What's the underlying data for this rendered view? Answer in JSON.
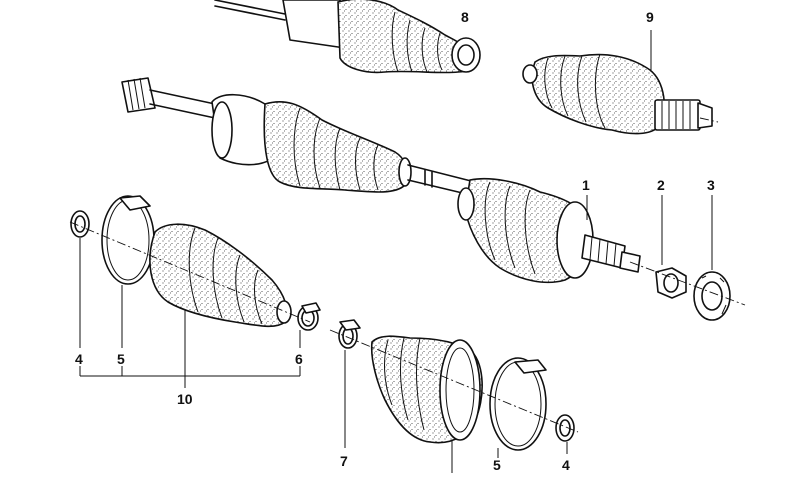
{
  "callouts": [
    {
      "id": "c8",
      "text": "8"
    },
    {
      "id": "c9",
      "text": "9"
    },
    {
      "id": "c1",
      "text": "1"
    },
    {
      "id": "c2",
      "text": "2"
    },
    {
      "id": "c3",
      "text": "3"
    },
    {
      "id": "c4a",
      "text": "4"
    },
    {
      "id": "c5a",
      "text": "5"
    },
    {
      "id": "c6",
      "text": "6"
    },
    {
      "id": "c10",
      "text": "10"
    },
    {
      "id": "c7",
      "text": "7"
    },
    {
      "id": "c5b",
      "text": "5"
    },
    {
      "id": "c4b",
      "text": "4"
    }
  ]
}
